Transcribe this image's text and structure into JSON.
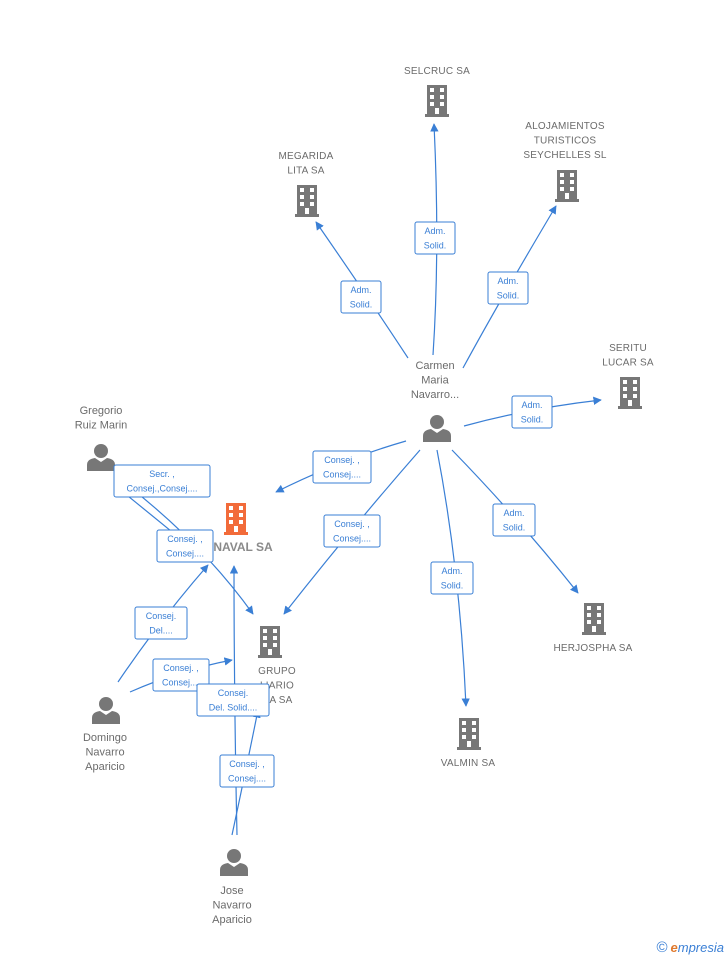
{
  "nodes": [
    {
      "id": "selcruc",
      "type": "company",
      "lines": [
        "SELCRUC SA"
      ]
    },
    {
      "id": "alojamientos",
      "type": "company",
      "lines": [
        "ALOJAMIENTOS",
        "TURISTICOS",
        "SEYCHELLES SL"
      ]
    },
    {
      "id": "megarida",
      "type": "company",
      "lines": [
        "MEGARIDA",
        "LITA SA"
      ]
    },
    {
      "id": "seritu",
      "type": "company",
      "lines": [
        "SERITU",
        "LUCAR SA"
      ]
    },
    {
      "id": "carmen",
      "type": "person",
      "lines": [
        "Carmen",
        "Maria",
        "Navarro..."
      ]
    },
    {
      "id": "gregorio",
      "type": "person",
      "lines": [
        "Gregorio",
        "Ruiz Marin"
      ]
    },
    {
      "id": "naval",
      "type": "focus",
      "lines": [
        "NAVAL SA"
      ]
    },
    {
      "id": "grupo",
      "type": "company",
      "lines": [
        "GRUPO",
        "LIARIO",
        "GA SA"
      ]
    },
    {
      "id": "herjospha",
      "type": "company",
      "lines": [
        "HERJOSPHA SA"
      ]
    },
    {
      "id": "valmin",
      "type": "company",
      "lines": [
        "VALMIN SA"
      ]
    },
    {
      "id": "domingo",
      "type": "person",
      "lines": [
        "Domingo",
        "Navarro",
        "Aparicio"
      ]
    },
    {
      "id": "jose",
      "type": "person",
      "lines": [
        "Jose",
        "Navarro",
        "Aparicio"
      ]
    }
  ],
  "relations": [
    {
      "id": "carmen-selcruc",
      "lines": [
        "Adm.",
        "Solid."
      ]
    },
    {
      "id": "carmen-megarida",
      "lines": [
        "Adm.",
        "Solid."
      ]
    },
    {
      "id": "carmen-alojamientos",
      "lines": [
        "Adm.",
        "Solid."
      ]
    },
    {
      "id": "carmen-seritu",
      "lines": [
        "Adm.",
        "Solid."
      ]
    },
    {
      "id": "carmen-naval",
      "lines": [
        "Consej. ,",
        "Consej...."
      ]
    },
    {
      "id": "carmen-grupo",
      "lines": [
        "Consej. ,",
        "Consej...."
      ]
    },
    {
      "id": "carmen-herjospha",
      "lines": [
        "Adm.",
        "Solid."
      ]
    },
    {
      "id": "carmen-valmin",
      "lines": [
        "Adm.",
        "Solid."
      ]
    },
    {
      "id": "gregorio-grupo",
      "lines": [
        "Secr. ,",
        "Consej.,Consej...."
      ]
    },
    {
      "id": "gregorio-naval",
      "lines": [
        "Consej. ,",
        "Consej...."
      ]
    },
    {
      "id": "domingo-naval",
      "lines": [
        "Consej.",
        "Del...."
      ]
    },
    {
      "id": "domingo-grupo",
      "lines": [
        "Consej. ,",
        "Consej...."
      ]
    },
    {
      "id": "jose-naval",
      "lines": [
        "Consej.",
        "Del. Solid...."
      ]
    },
    {
      "id": "jose-grupo",
      "lines": [
        "Consej. ,",
        "Consej...."
      ]
    }
  ],
  "brand": {
    "copyright": "©",
    "initial": "e",
    "name": "mpresia"
  },
  "colors": {
    "edge": "#3a7fd5",
    "company_icon": "#777777",
    "focus_icon": "#f26b3a",
    "person_icon": "#777777"
  }
}
